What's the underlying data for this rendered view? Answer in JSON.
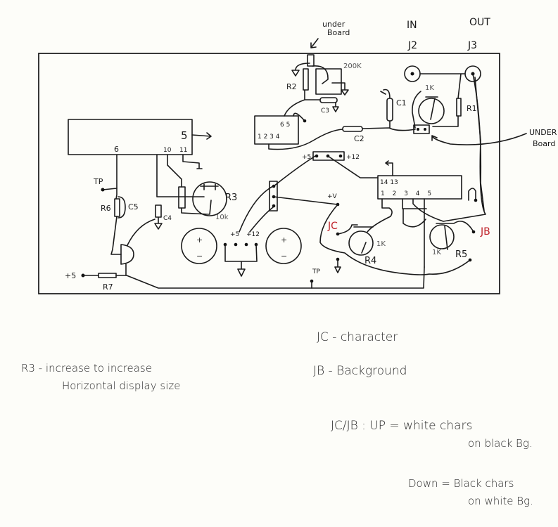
{
  "header": {
    "under_board_top": [
      "under",
      "Board"
    ],
    "in_label": "IN",
    "out_label": "OUT",
    "j2": "J2",
    "j3": "J3",
    "under_board_right": [
      "UNDER",
      "Board"
    ]
  },
  "components": {
    "ic_main_pin5": "5",
    "ic_main_pin6": "6",
    "ic_main_pin10": "10",
    "ic_main_pin11": "11",
    "tp1": "TP",
    "r6": "R6",
    "c5": "C5",
    "c4": "C4",
    "r3": "R3",
    "r3_value": "10k",
    "plus5_r7": "+5",
    "r7": "R7",
    "cap_plus": "+",
    "cap_minus": "−",
    "conn_plus5": "+5",
    "conn_plus12": "+12",
    "top_conn_plus5": "+5",
    "top_conn_plus12": "+12",
    "ic_small_top_pins": "6 5",
    "ic_small_bottom_pins": "1 2 3 4",
    "r2": "R2",
    "pot_200k": "200K",
    "c3": "C3",
    "c1": "C1",
    "c2": "C2",
    "pot_1k_top": "1K",
    "r1": "R1",
    "ic2_top_pins": "14 13",
    "ic2_bottom_pins": "1 2 3 4 5",
    "plus_v": "+V",
    "jc": "JC",
    "jb": "JB",
    "r4": "R4",
    "r4_value": "1K",
    "r5": "R5",
    "r5_value": "1K",
    "tp2": "TP"
  },
  "notes": {
    "r3_line1": "R3 - increase to increase",
    "r3_line2": "Horizontal display size",
    "jc_desc": "JC - character",
    "jb_desc": "JB - Background",
    "up_line1": "JC/JB : UP  =  white chars",
    "up_line2": "on black Bg.",
    "down_line1": "Down =  Black chars",
    "down_line2": "on white Bg."
  },
  "colors": {
    "ink": "#1a1a1a",
    "red_label": "#c0232a",
    "paper": "#fdfdf9"
  }
}
